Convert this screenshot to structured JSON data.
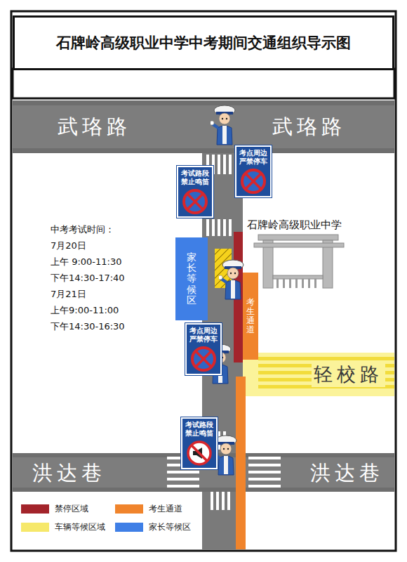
{
  "diagram": {
    "title": "石牌岭高级职业中学中考期间交通组织导示图",
    "nodes": [
      {
        "text": [
          "武珞路",
          "武珞路"
        ]
      },
      {
        "text": [
          "考试路段禁止鸣笛"
        ]
      },
      {
        "text": [
          "考点周边严禁停车"
        ]
      },
      {
        "text": [
          "家长等候区"
        ]
      },
      {
        "text": [
          "考生通道"
        ]
      },
      {
        "text": [
          "考点周边严禁停车"
        ]
      },
      {
        "text": [
          "轻校路"
        ]
      },
      {
        "text": [
          "考试路段禁止鸣笛"
        ]
      },
      {
        "text": [
          "洪达巷",
          "洪达巷"
        ]
      }
    ],
    "labels": [
      "石牌岭高级职业中学",
      "中考考试时间：",
      "7月20日",
      "上午 9:00-11:30",
      "下午14:30-17:40",
      "7月21日",
      "上午9:00-11:00",
      "下午14:30-16:30"
    ],
    "legend": [
      {
        "text": "禁停区域",
        "color": "#a3242b"
      },
      {
        "text": "考生通道",
        "color": "#f0842c"
      },
      {
        "text": "车辆等候区域",
        "color": "#f6e86a"
      },
      {
        "text": "家长等候区",
        "color": "#3f7fe6"
      }
    ]
  }
}
